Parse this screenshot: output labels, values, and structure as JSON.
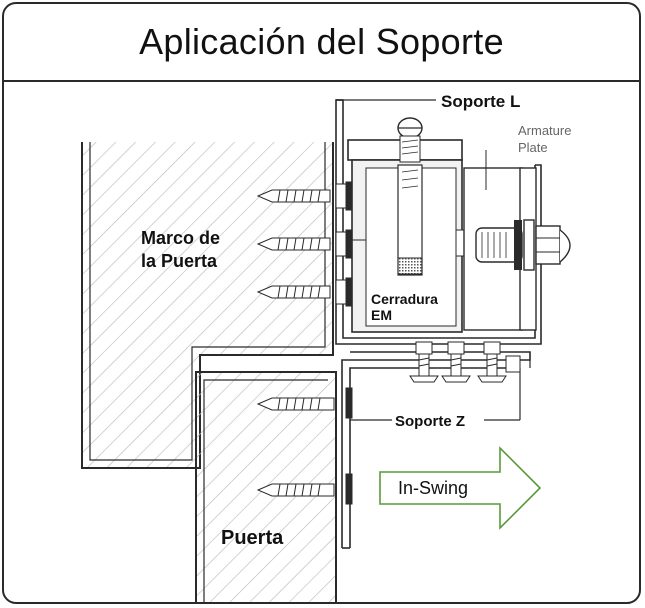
{
  "title": "Aplicación del Soporte",
  "labels": {
    "soporte_l": "Soporte L",
    "armature_line1": "Armature",
    "armature_line2": "Plate",
    "marco_line1": "Marco de",
    "marco_line2": "la Puerta",
    "cerradura_line1": "Cerradura",
    "cerradura_line2": "EM",
    "soporte_z": "Soporte Z",
    "in_swing": "In-Swing",
    "puerta": "Puerta"
  },
  "colors": {
    "line": "#2a2a2a",
    "hatch": "#b8b8b8",
    "arrow": "#5a9a3a",
    "lock_fill": "#ededed"
  }
}
